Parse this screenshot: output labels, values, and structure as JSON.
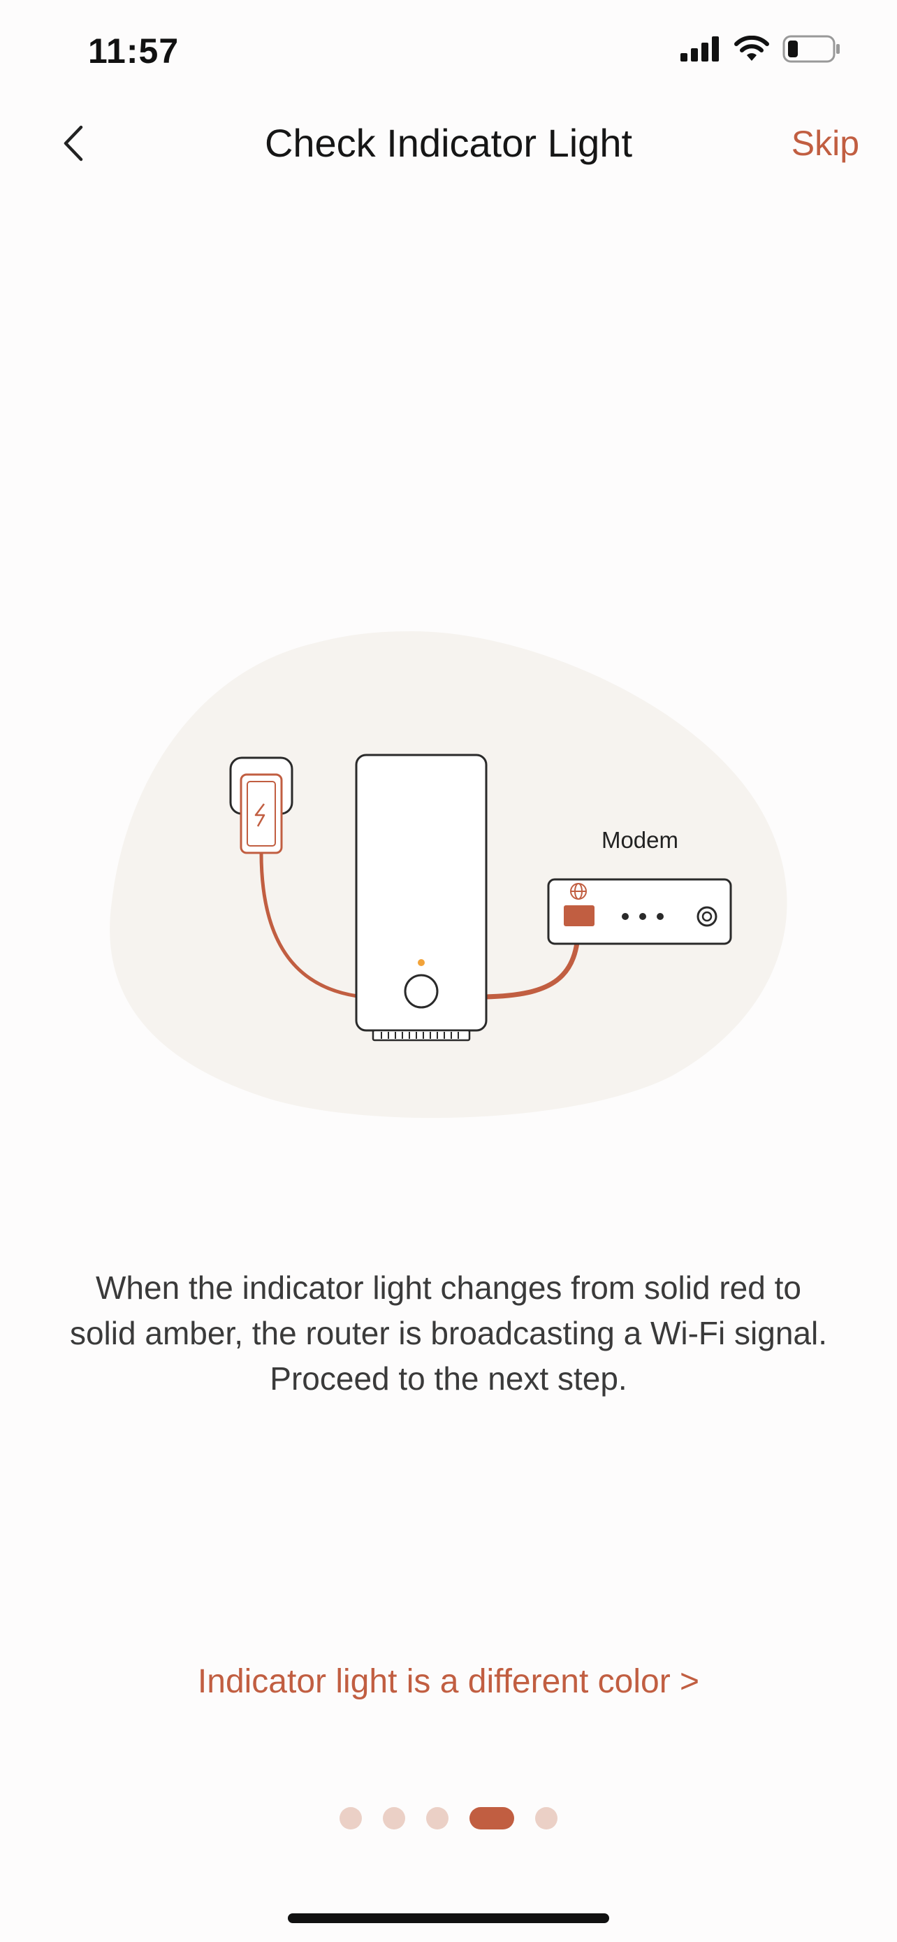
{
  "status_bar": {
    "time": "11:57",
    "icons": [
      "signal-icon",
      "wifi-icon",
      "battery-icon"
    ]
  },
  "nav": {
    "title": "Check Indicator Light",
    "skip_label": "Skip",
    "back_icon": "chevron-left-icon"
  },
  "illustration": {
    "modem_label": "Modem",
    "accent_color": "#c15e41",
    "indicator_color": "#f2a33a",
    "background_color": "#f6f3ef"
  },
  "description": {
    "line1": "When the indicator light changes from solid red to",
    "line2": "solid amber, the router is broadcasting a Wi-Fi signal.",
    "line3": "Proceed to the next step."
  },
  "different_color_link": "Indicator light is a different color >",
  "pagination": {
    "total": 5,
    "active_index": 3
  },
  "colors": {
    "accent": "#c15e41",
    "dot_inactive": "#ebd0c6",
    "text_primary": "#161616",
    "text_body": "#3a3a3a"
  }
}
